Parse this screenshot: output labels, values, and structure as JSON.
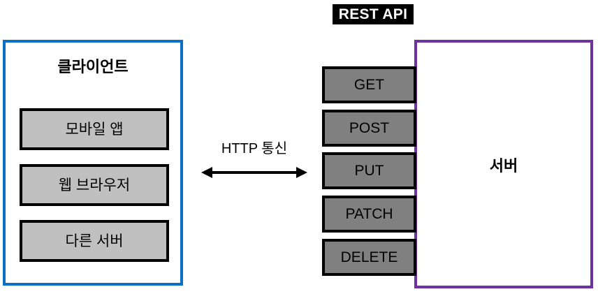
{
  "title_banner": {
    "label": "REST API",
    "bg_color": "#000000",
    "text_color": "#ffffff"
  },
  "client": {
    "title": "클라이언트",
    "border_color": "#0B70C4",
    "item_fill": "#C0C0C0",
    "items": [
      {
        "label": "모바일 앱"
      },
      {
        "label": "웹 브라우저"
      },
      {
        "label": "다른 서버"
      }
    ]
  },
  "connection": {
    "label": "HTTP 통신",
    "arrow": "double-headed-horizontal-arrow",
    "color": "#000000"
  },
  "api": {
    "method_fill": "#808080",
    "methods": [
      {
        "label": "GET"
      },
      {
        "label": "POST"
      },
      {
        "label": "PUT"
      },
      {
        "label": "PATCH"
      },
      {
        "label": "DELETE"
      }
    ]
  },
  "server": {
    "title": "서버",
    "border_color": "#6C33A0"
  }
}
